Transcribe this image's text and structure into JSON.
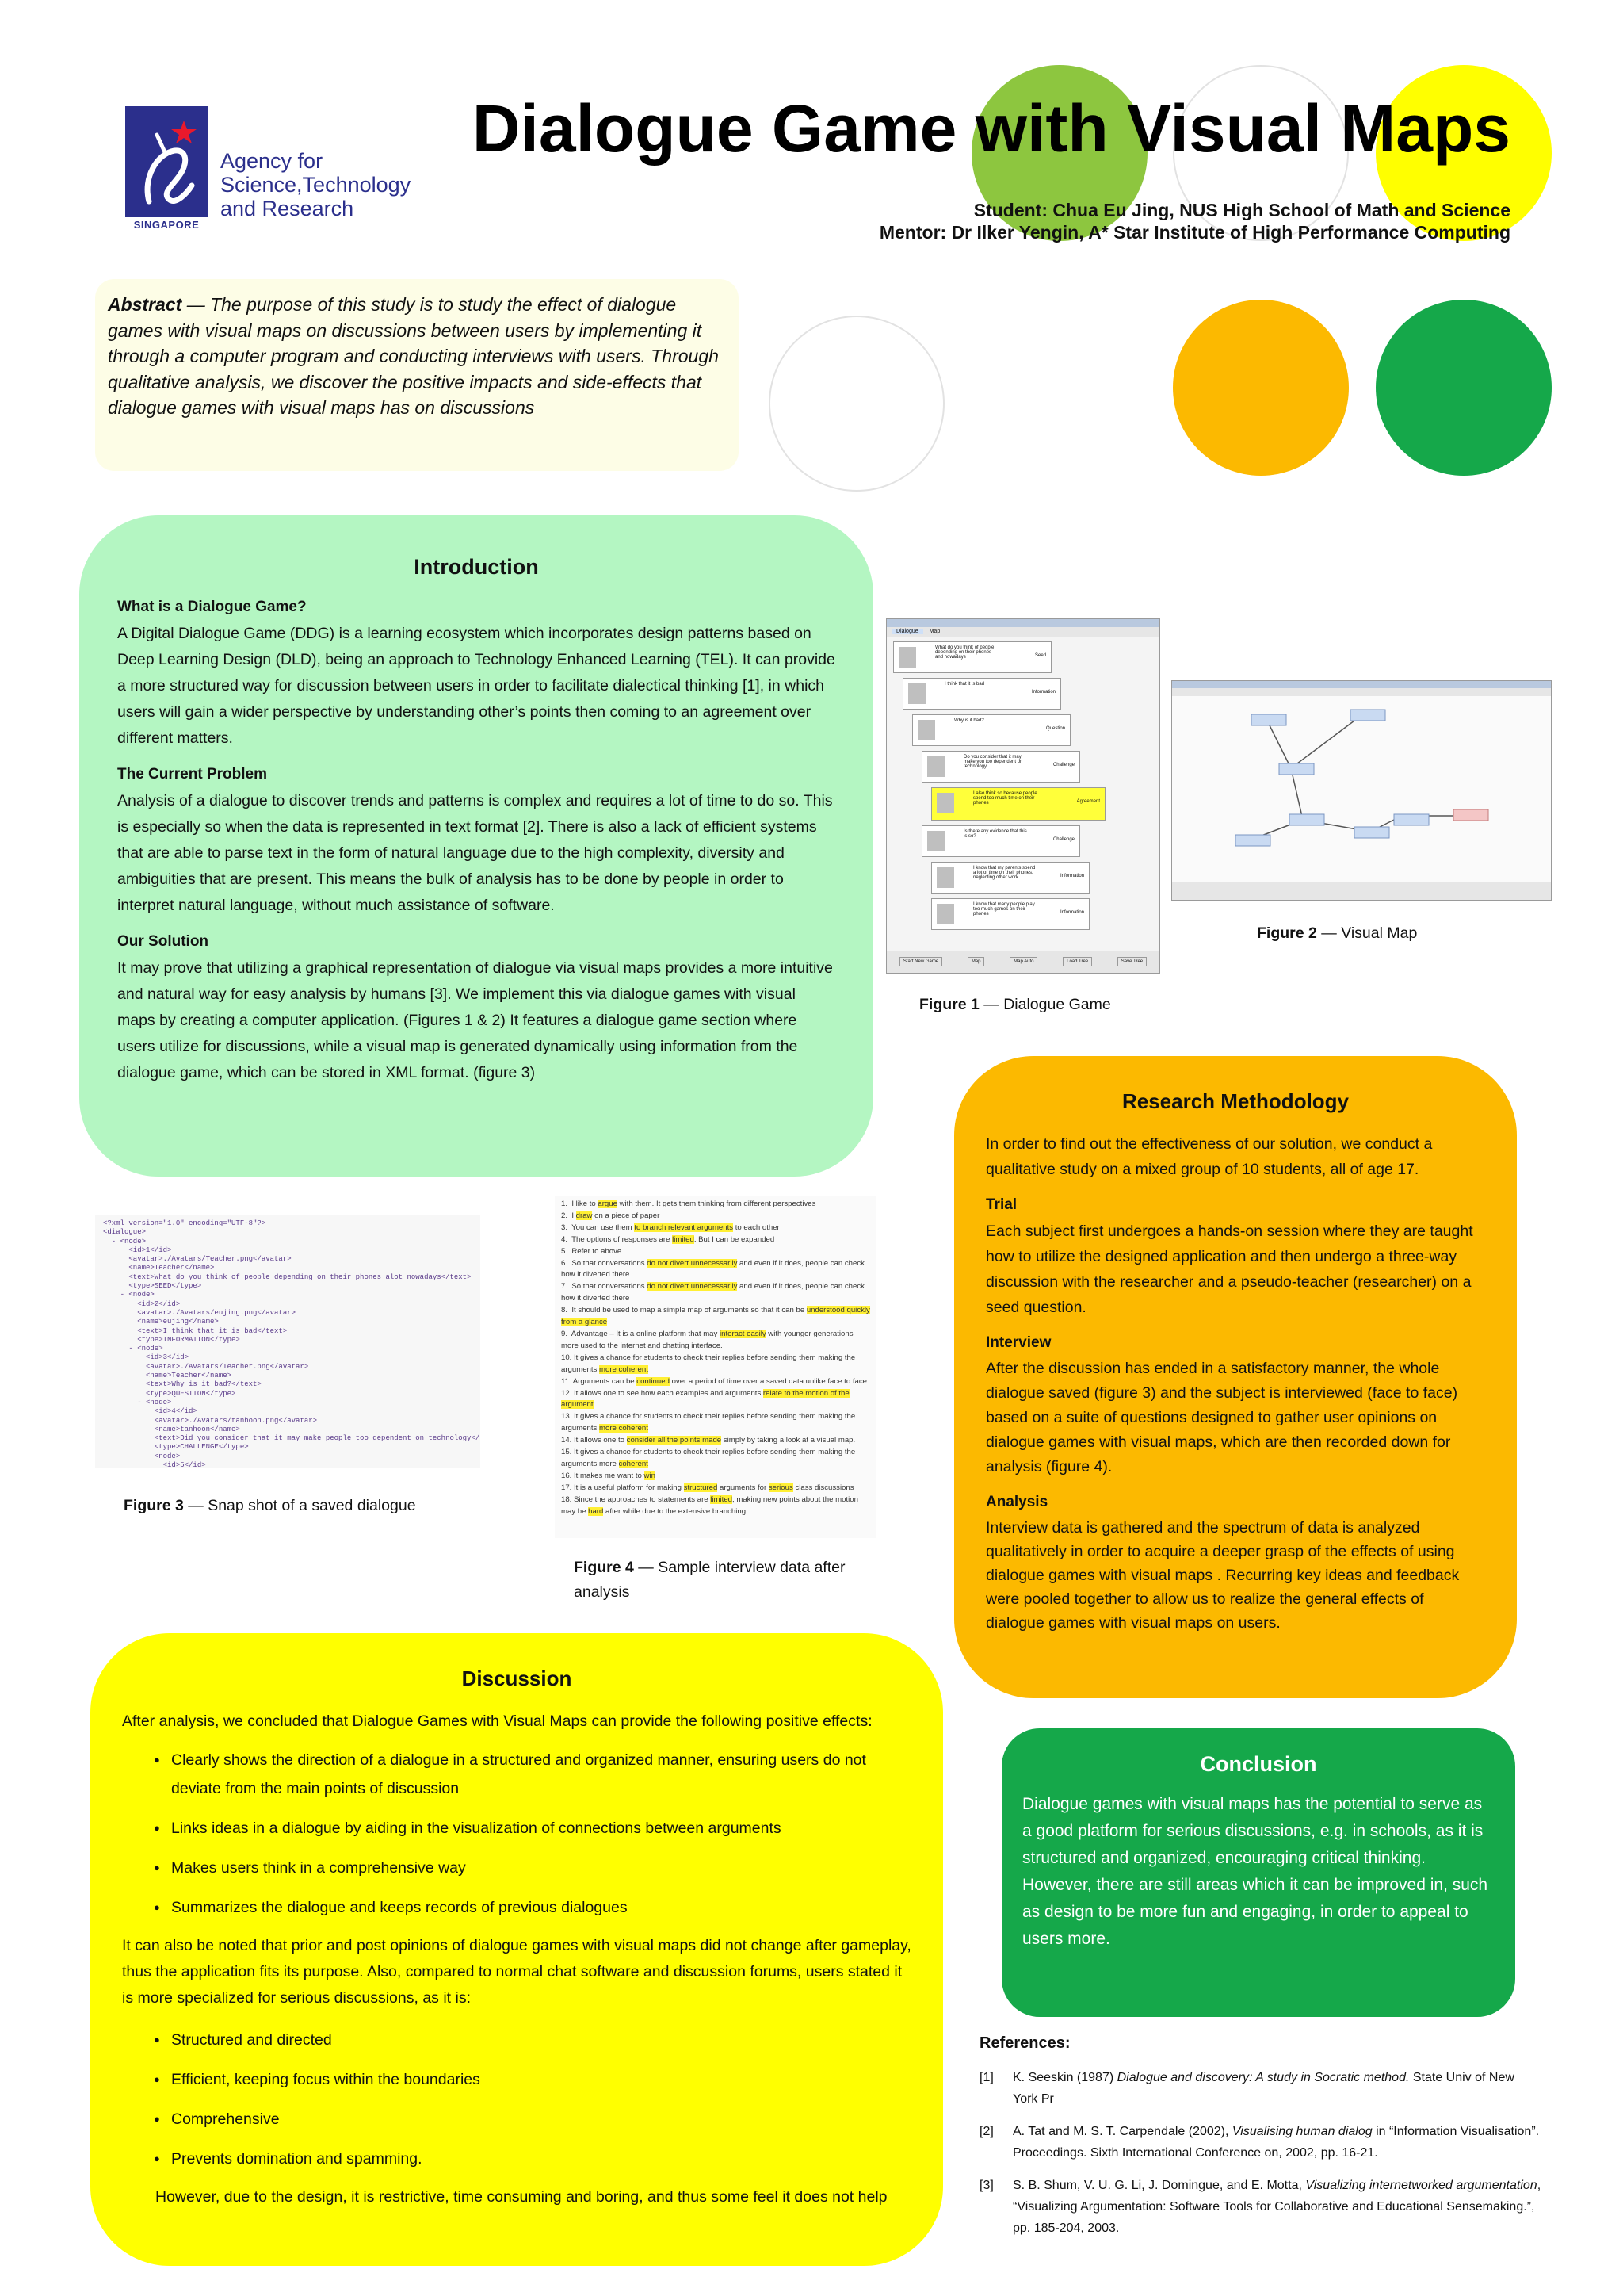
{
  "logo": {
    "line1": "Agency for",
    "line2": "Science,Technology",
    "line3": "and Research",
    "country": "SINGAPORE",
    "brand_color": "#2b2f8c",
    "star_color": "#e8192c"
  },
  "title": "Dialogue Game with Visual Maps",
  "student": "Student: Chua Eu Jing, NUS High School of Math and Science",
  "mentor": "Mentor: Dr Ilker Yengin, A* Star Institute of High Performance Computing",
  "abstract": {
    "label": "Abstract",
    "text": " — The purpose of this study is to study the effect of dialogue games with visual maps on discussions between users by implementing it through a computer program and conducting interviews with users. Through qualitative analysis, we discover the positive impacts and side-effects that dialogue games with visual maps has on discussions"
  },
  "introduction": {
    "title": "Introduction",
    "h1": "What is a Dialogue Game?",
    "p1": "A Digital Dialogue Game (DDG) is a learning ecosystem which incorporates design patterns based on Deep Learning Design (DLD), being an approach to Technology Enhanced Learning (TEL). It can provide a more structured way for discussion between users in order to facilitate dialectical thinking [1], in which users will gain a wider perspective by understanding other’s points then coming to an agreement over different matters.",
    "h2": "The Current Problem",
    "p2": "Analysis of a dialogue to discover trends and patterns is complex and requires a lot of time to do so. This is especially so when the data is represented in text format [2]. There is also a lack of efficient systems that are able to parse text in the form of natural language due to the high complexity, diversity and ambiguities that are present. This means the bulk of analysis has to be done by people in order to interpret natural language, without much assistance of software.",
    "h3": "Our Solution",
    "p3": "It may prove that utilizing a graphical representation of dialogue via visual maps provides a more intuitive and natural way for easy analysis by humans [3]. We implement this via dialogue games with visual maps by creating a computer application. (Figures 1 & 2) It features a dialogue game section where users utilize for discussions, while a visual map is generated dynamically  using information from the dialogue game, which can be stored in XML format. (figure 3)"
  },
  "figures": {
    "fig1_num": "Figure 1",
    "fig1_text": " — Dialogue Game",
    "fig2_num": "Figure 2",
    "fig2_text": " — Visual Map",
    "fig3_num": "Figure 3",
    "fig3_text": " — Snap shot of a saved dialogue",
    "fig4_num": "Figure 4",
    "fig4_text": " — Sample interview data after analysis"
  },
  "fig1_screen": {
    "tabs": [
      "Dialogue",
      "Map"
    ],
    "replies": [
      "What do you think of people depending on their phones and nowadays",
      "I think that it is bad",
      "Why is it bad?",
      "Do you consider that it may make you too dependent on technology",
      "I also think so because people spend too much time on their phones",
      "Is there any evidence that this is so?",
      "I know that my parents spend a lot of time on their phones, neglecting other work",
      "I know that many people play too much games on their phones"
    ],
    "moves": [
      "Seed",
      "Information",
      "Question",
      "Challenge",
      "Agreement",
      "Challenge",
      "Information",
      "Information"
    ],
    "buttons": [
      "Start New Game",
      "Map",
      "Map Auto",
      "Load Tree",
      "Save Tree"
    ]
  },
  "methodology": {
    "title": "Research Methodology",
    "intro": "In order to find out the effectiveness of our solution, we conduct a qualitative study on a mixed group of 10 students, all of age 17.",
    "h1": "Trial",
    "p1": "Each subject first undergoes a hands-on session where they are taught how to utilize the designed application and then undergo a three-way discussion with the researcher and a pseudo-teacher (researcher) on a seed question.",
    "h2": "Interview",
    "p2": "After the discussion has ended in a satisfactory manner, the whole dialogue saved (figure 3) and the subject is interviewed (face to face) based on a suite of questions designed to gather user opinions on dialogue games with visual maps, which are then recorded down for analysis (figure 4).",
    "h3": "Analysis",
    "p3": "Interview data is gathered and the spectrum of data is analyzed qualitatively in order to acquire a deeper grasp of the effects of using dialogue games with visual maps . Recurring key ideas and feedback were pooled together to allow us to realize the general effects of dialogue games with visual maps on users."
  },
  "discussion": {
    "title": "Discussion",
    "intro": "After analysis, we concluded that Dialogue Games with Visual Maps can provide the following positive effects:",
    "positives": [
      "Clearly shows the direction of a dialogue in a structured and organized manner, ensuring users do not deviate from the main points of discussion",
      "Links ideas in a dialogue by aiding in the visualization of connections between arguments",
      "Makes users think in a comprehensive way",
      "Summarizes the dialogue and keeps records of previous dialogues"
    ],
    "middle": "It can also be noted that prior and post opinions of dialogue games with visual maps did not change after gameplay, thus the application fits its purpose. Also, compared to normal chat software and discussion forums, users stated it is more specialized for serious discussions, as it is:",
    "qualities": [
      "Structured and directed",
      "Efficient, keeping focus within the boundaries",
      "Comprehensive",
      "Prevents domination and spamming."
    ],
    "closing": "However, due to the design, it is restrictive, time consuming and boring, and thus some feel it does not help"
  },
  "conclusion": {
    "title": "Conclusion",
    "text": "Dialogue games with visual maps has the potential to serve as a good platform for serious discussions, e.g. in schools, as it is structured and organized, encouraging critical thinking. However, there are still areas which it can be improved in, such as design to be more fun and engaging, in order to appeal to users more."
  },
  "references": {
    "title": "References:",
    "items": [
      {
        "num": "[1]",
        "pre": "K. Seeskin (1987) ",
        "ital": "Dialogue and discovery: A study in Socratic method.",
        "post": " State Univ of New York Pr"
      },
      {
        "num": "[2]",
        "pre": "A. Tat and M. S. T. Carpendale (2002), ",
        "ital": "Visualising human dialog",
        "post": " in “Information Visualisation”. Proceedings. Sixth International Conference on, 2002, pp. 16-21."
      },
      {
        "num": "[3]",
        "pre": "S. B. Shum, V. U. G. Li, J. Domingue, and E. Motta, ",
        "ital": "Visualizing internetworked argumentation",
        "post": ", “Visualizing Argumentation: Software Tools for Collaborative and Educational Sensemaking.”, pp. 185-204, 2003."
      }
    ]
  },
  "colors": {
    "abstract_bg": "#fdfde6",
    "intro_bg": "#b4f6c2",
    "method_bg": "#fcb900",
    "discussion_bg": "#ffff00",
    "conclusion_bg": "#15a84a",
    "circle_green_light": "#8dc63f",
    "circle_yellow": "#ffff00",
    "circle_orange": "#fcb900",
    "circle_green": "#15a84a"
  }
}
